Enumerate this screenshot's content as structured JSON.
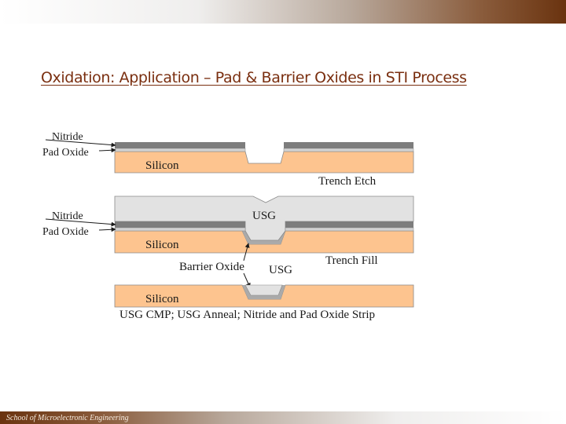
{
  "slide": {
    "title": "Oxidation: Application – Pad & Barrier Oxides in STI Process",
    "footer": "School of Microelectronic Engineering"
  },
  "diagram": {
    "step1": {
      "nitride": "Nitride",
      "pad_oxide": "Pad Oxide",
      "silicon": "Silicon",
      "caption": "Trench Etch"
    },
    "step2": {
      "nitride": "Nitride",
      "pad_oxide": "Pad Oxide",
      "usg": "USG",
      "silicon": "Silicon",
      "caption": "Trench Fill",
      "barrier_oxide": "Barrier Oxide"
    },
    "step3": {
      "usg": "USG",
      "silicon": "Silicon",
      "caption": "USG CMP; USG Anneal; Nitride and Pad Oxide Strip"
    }
  },
  "colors": {
    "silicon": "#fdc48f",
    "nitride": "#7d7d7d",
    "pad_oxide": "#d2d2d2",
    "usg": "#e2e2e2",
    "title": "#7a2f10"
  }
}
